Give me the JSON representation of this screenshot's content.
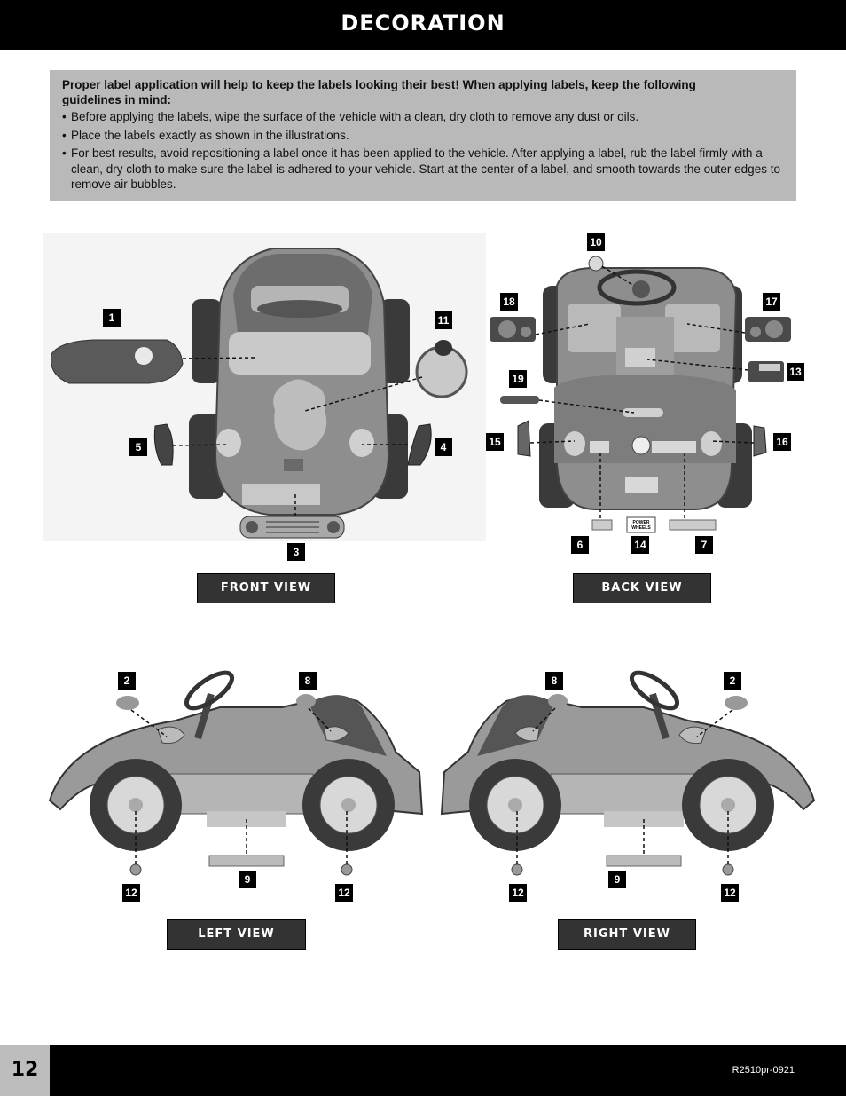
{
  "header": {
    "title": "DECORATION"
  },
  "note": {
    "intro": "Proper label application will help to keep the labels looking their best! When applying labels, keep the following guidelines in mind:",
    "bullets": [
      "Before applying the labels, wipe the surface of the vehicle with a clean, dry cloth to remove any dust or oils.",
      "Place the labels exactly as shown in the illustrations.",
      "For best results, avoid repositioning a label once it has been applied to the vehicle. After applying a label, rub the label firmly with a clean, dry cloth to make sure the label is adhered to your vehicle. Start at the center of a label, and smooth towards the outer edges to remove air bubbles."
    ]
  },
  "views": {
    "front": {
      "label": "FRONT VIEW",
      "callouts": [
        "1",
        "11",
        "5",
        "4",
        "3"
      ]
    },
    "back": {
      "label": "BACK VIEW",
      "callouts": [
        "10",
        "18",
        "17",
        "13",
        "19",
        "15",
        "16",
        "6",
        "14",
        "7"
      ]
    },
    "left": {
      "label": "LEFT VIEW",
      "callouts": [
        "2",
        "8",
        "12",
        "9",
        "12"
      ]
    },
    "right": {
      "label": "RIGHT VIEW",
      "callouts": [
        "8",
        "2",
        "12",
        "9",
        "12"
      ]
    }
  },
  "labels_art": {
    "power_wheels_line1": "POWER",
    "power_wheels_line2": "WHEELS"
  },
  "footer": {
    "page_number": "12",
    "doc_code": "R2510pr-0921"
  }
}
